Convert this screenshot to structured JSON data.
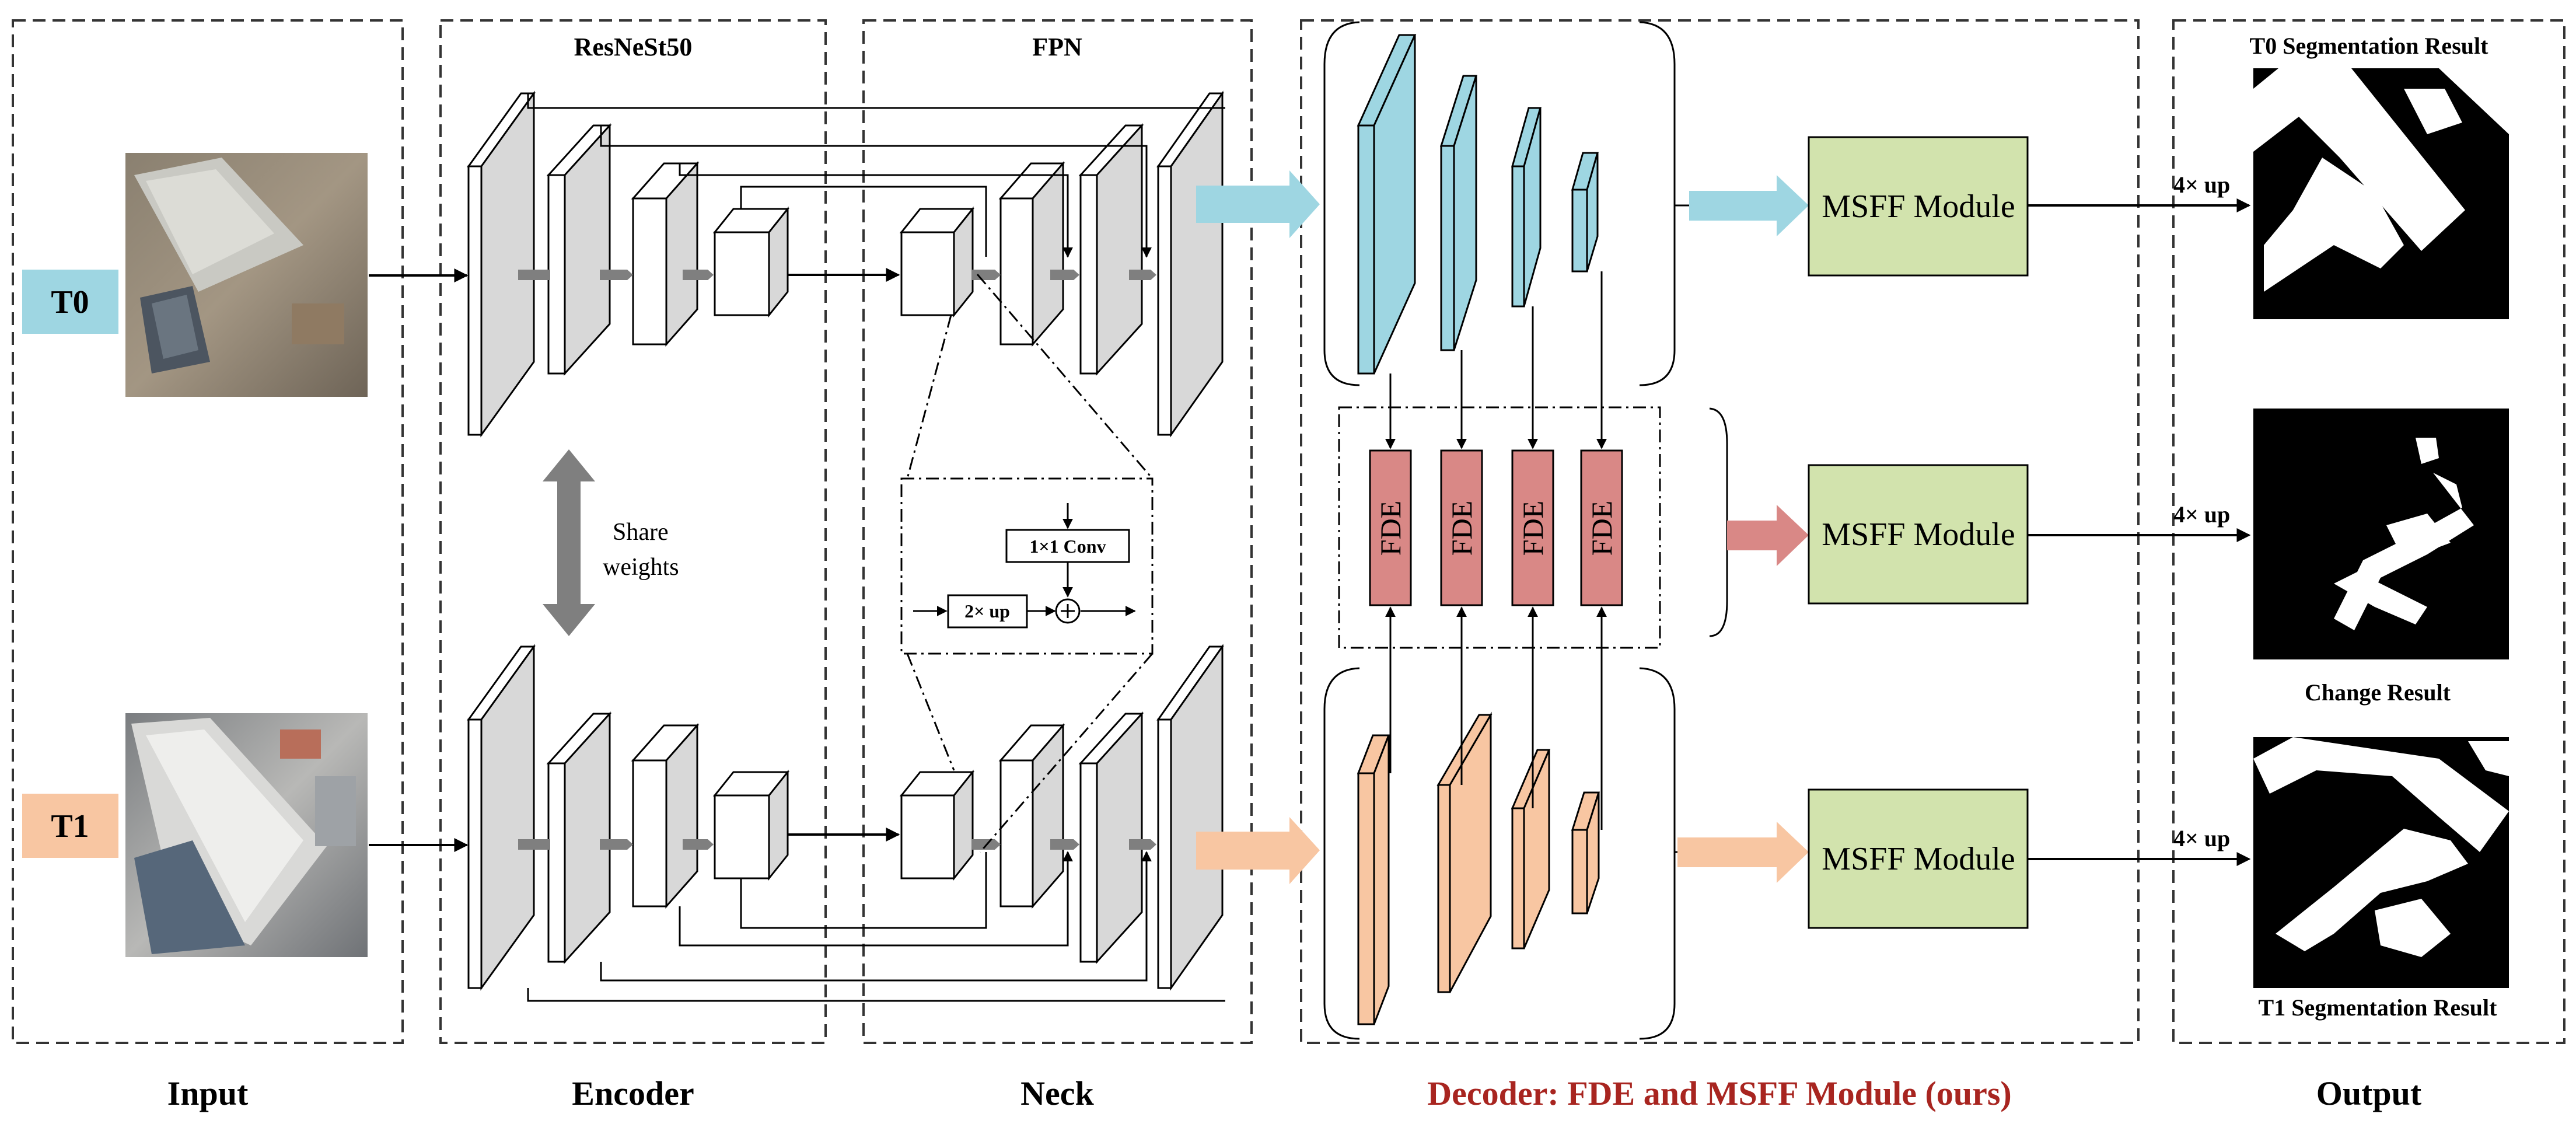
{
  "sections": {
    "input": "Input",
    "encoder": "Encoder",
    "neck": "Neck",
    "decoder": "Decoder: FDE and MSFF Module (ours)",
    "output": "Output"
  },
  "encoder_title": "ResNeSt50",
  "fpn_title": "FPN",
  "inputs": {
    "t0": "T0",
    "t1": "T1"
  },
  "share_weights": [
    "Share",
    "weights"
  ],
  "fpn_detail": {
    "conv": "1×1 Conv",
    "up": "2× up"
  },
  "fde_label": "FDE",
  "msff_label": "MSFF Module",
  "up_label": "4× up",
  "outputs": {
    "t0_title": "T0 Segmentation Result",
    "change_title": "Change Result",
    "t1_title": "T1 Segmentation Result"
  },
  "colors": {
    "t0": "#9ed6e2",
    "t1": "#f8c6a2",
    "fde": "#d98886",
    "msff": "#d2e3ad",
    "decoder_text": "#a82520",
    "block_face": "#ffffff",
    "block_side": "#d8d8d8"
  }
}
